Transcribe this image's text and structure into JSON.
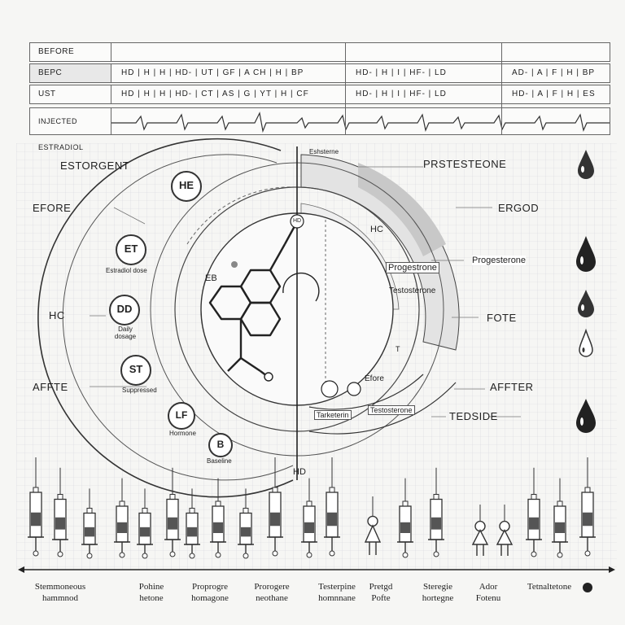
{
  "table": {
    "rows": [
      {
        "label": "BEFORE",
        "cells": []
      },
      {
        "label": "BEPC",
        "cells": [
          "HD | H | H | HD- | UT | GF | A CH | H | BP",
          "HD- | H | I | HF- | LD",
          "AD- | A | F | H | BP"
        ]
      },
      {
        "label": "UST",
        "cells": [
          "HD | H | H | HD- | CT | AS | G | YT | H | CF",
          "HD- | H | I | HF- | LD",
          "HD- | A | F | H | ES"
        ]
      },
      {
        "label": "INJECTED ESTRADIOL"
      }
    ]
  },
  "left_labels": [
    "ESTORGENT",
    "EFORE",
    "HC",
    "AFFTE"
  ],
  "right_labels": [
    "PRSTESTEONE",
    "ERGOD",
    "FOTE",
    "AFFTER",
    "TEDSIDE"
  ],
  "badges": [
    {
      "text": "HE"
    },
    {
      "text": "ET",
      "caption": "Estradiol dose"
    },
    {
      "text": "DD",
      "caption": "Daily dosage"
    },
    {
      "text": "ST",
      "caption": "Suppressed"
    },
    {
      "text": "LF",
      "caption": "Hormone"
    },
    {
      "text": "B",
      "caption": "Baseline"
    }
  ],
  "inner_labels": {
    "top": "Eshsterne",
    "hc": "HC",
    "eb": "EB",
    "progestrone": "Progestrone",
    "progesterone": "Progesterone",
    "testosterone": "Testosterone",
    "t": "T",
    "hd": "HD",
    "bottom_tag_1": "Tarketerin",
    "bottom_tag_2": "Testosterone",
    "efore": "Efore",
    "hd_bottom": "HD"
  },
  "x_axis_labels": [
    [
      "Stemmoneous",
      "hammnod"
    ],
    [
      "Pohine",
      "hetone"
    ],
    [
      "Proprogre",
      "homagone"
    ],
    [
      "Prorogere",
      "neothane"
    ],
    [
      "Testerpine",
      "homnnane"
    ],
    [
      "Pretgd",
      "Pofte"
    ],
    [
      "Steregie",
      "hortegne"
    ],
    [
      "Ador",
      "Fotenu"
    ],
    [
      "Tetnaltetone"
    ]
  ],
  "colors": {
    "ink": "#222222",
    "grid": "#cfcfd4",
    "arc_fill": "#d8d8d8"
  }
}
